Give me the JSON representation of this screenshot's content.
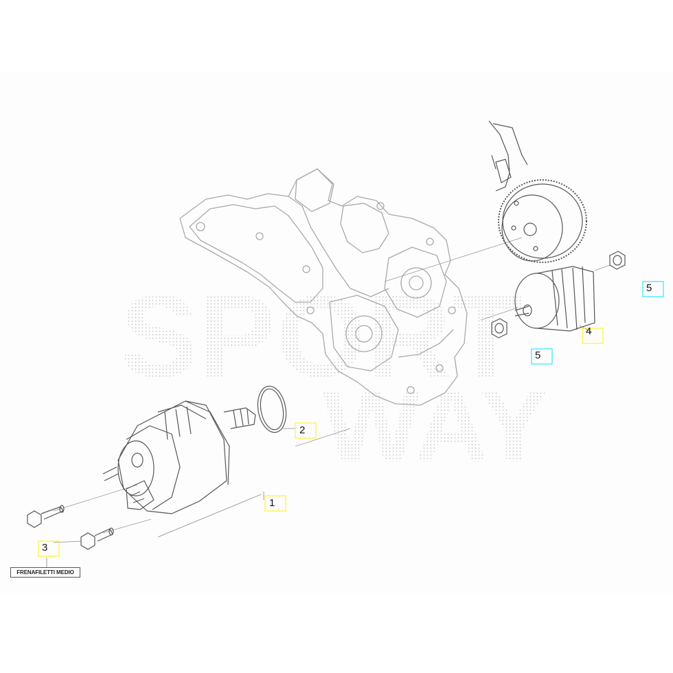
{
  "diagram": {
    "callouts": [
      {
        "id": "1",
        "label": "1",
        "marker_color": "#fff200",
        "part": "starter-motor"
      },
      {
        "id": "2",
        "label": "2",
        "marker_color": "#fff200",
        "part": "o-ring"
      },
      {
        "id": "3",
        "label": "3",
        "marker_color": "#fff200",
        "part": "flange-bolt"
      },
      {
        "id": "4",
        "label": "4",
        "marker_color": "#fff200",
        "part": "starter-clutch"
      },
      {
        "id": "5a",
        "label": "5",
        "marker_color": "#00e5ff",
        "part": "flange-nut"
      },
      {
        "id": "5b",
        "label": "5",
        "marker_color": "#00e5ff",
        "part": "flange-nut"
      }
    ],
    "note": "FRENAFILETTI MEDIO",
    "watermark": {
      "line1": "SPORT",
      "line2": "WAY"
    },
    "colors": {
      "line": "#9a9a9a",
      "line_dark": "#555555",
      "leader": "#888888",
      "watermark_dots": "#bdbdbd"
    }
  }
}
